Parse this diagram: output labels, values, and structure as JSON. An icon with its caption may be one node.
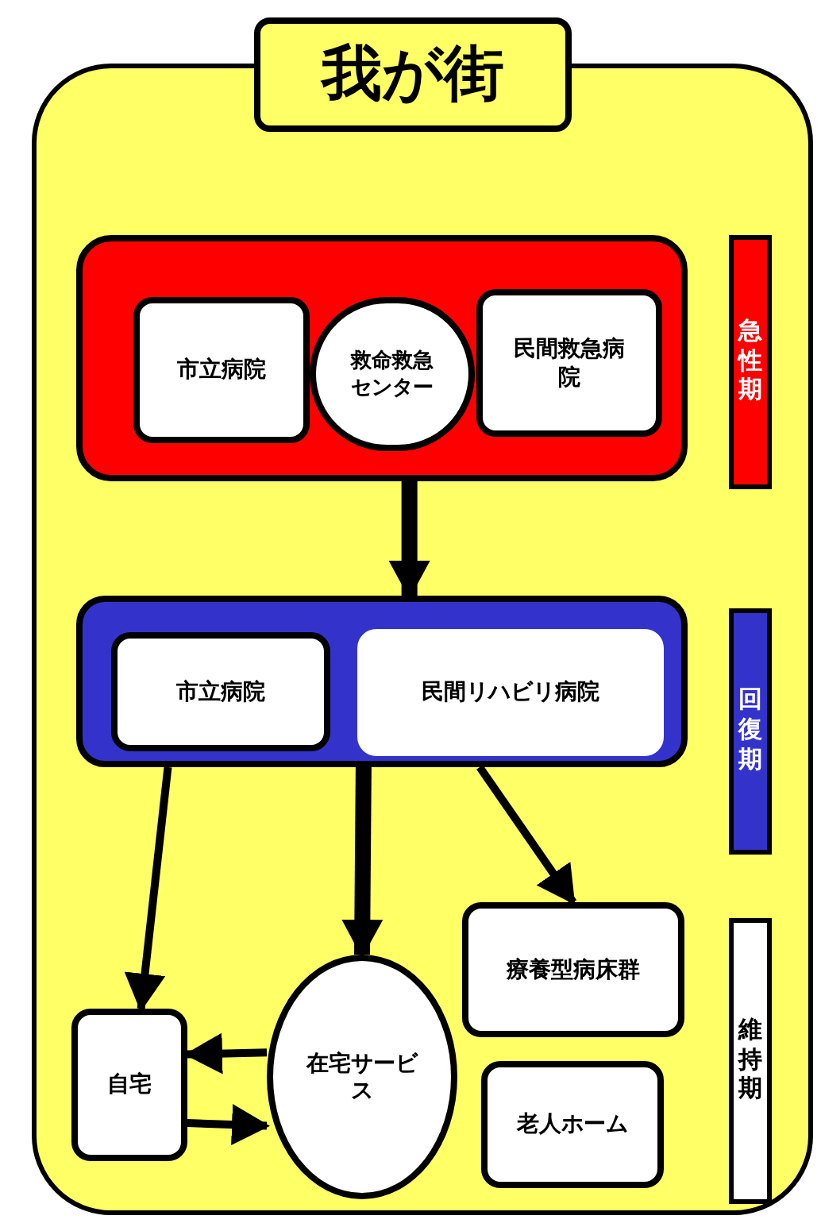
{
  "diagram": {
    "nodes": [
      {
        "text": [
          "我が街"
        ]
      },
      {
        "text": [],
        "shape": "box",
        "in": 0
      },
      {
        "text": [
          "市立病院"
        ],
        "in": 1
      },
      {
        "text": [
          "救命救急センター"
        ],
        "in": 1
      },
      {
        "text": [
          "民間救急病院"
        ],
        "in": 1
      },
      {
        "text": [
          "急性期"
        ],
        "in": 0
      },
      {
        "text": [],
        "shape": "box",
        "in": 0
      },
      {
        "text": [
          "市立病院"
        ],
        "in": 6
      },
      {
        "text": [
          "民間リハビリ病院"
        ],
        "in": 6
      },
      {
        "text": [
          "回復期"
        ],
        "in": 0
      },
      {
        "text": [
          "自宅"
        ],
        "in": 0
      },
      {
        "text": [
          "在宅サービス"
        ],
        "in": 0
      },
      {
        "text": [
          "療養型病床群"
        ],
        "in": 0
      },
      {
        "text": [
          "老人ホーム"
        ],
        "in": 0
      },
      {
        "text": [
          "維持期"
        ],
        "in": 0
      }
    ],
    "edges": [
      {
        "from": 1,
        "to": 6,
        "arrow": "to",
        "style": "thick"
      },
      {
        "from": 6,
        "to": 10,
        "arrow": "to"
      },
      {
        "from": 6,
        "to": 11,
        "arrow": "to",
        "style": "thick"
      },
      {
        "from": 6,
        "to": 12,
        "arrow": "to"
      },
      {
        "from": 11,
        "to": 10,
        "arrow": "to"
      },
      {
        "from": 10,
        "to": 11,
        "arrow": "to"
      }
    ]
  }
}
